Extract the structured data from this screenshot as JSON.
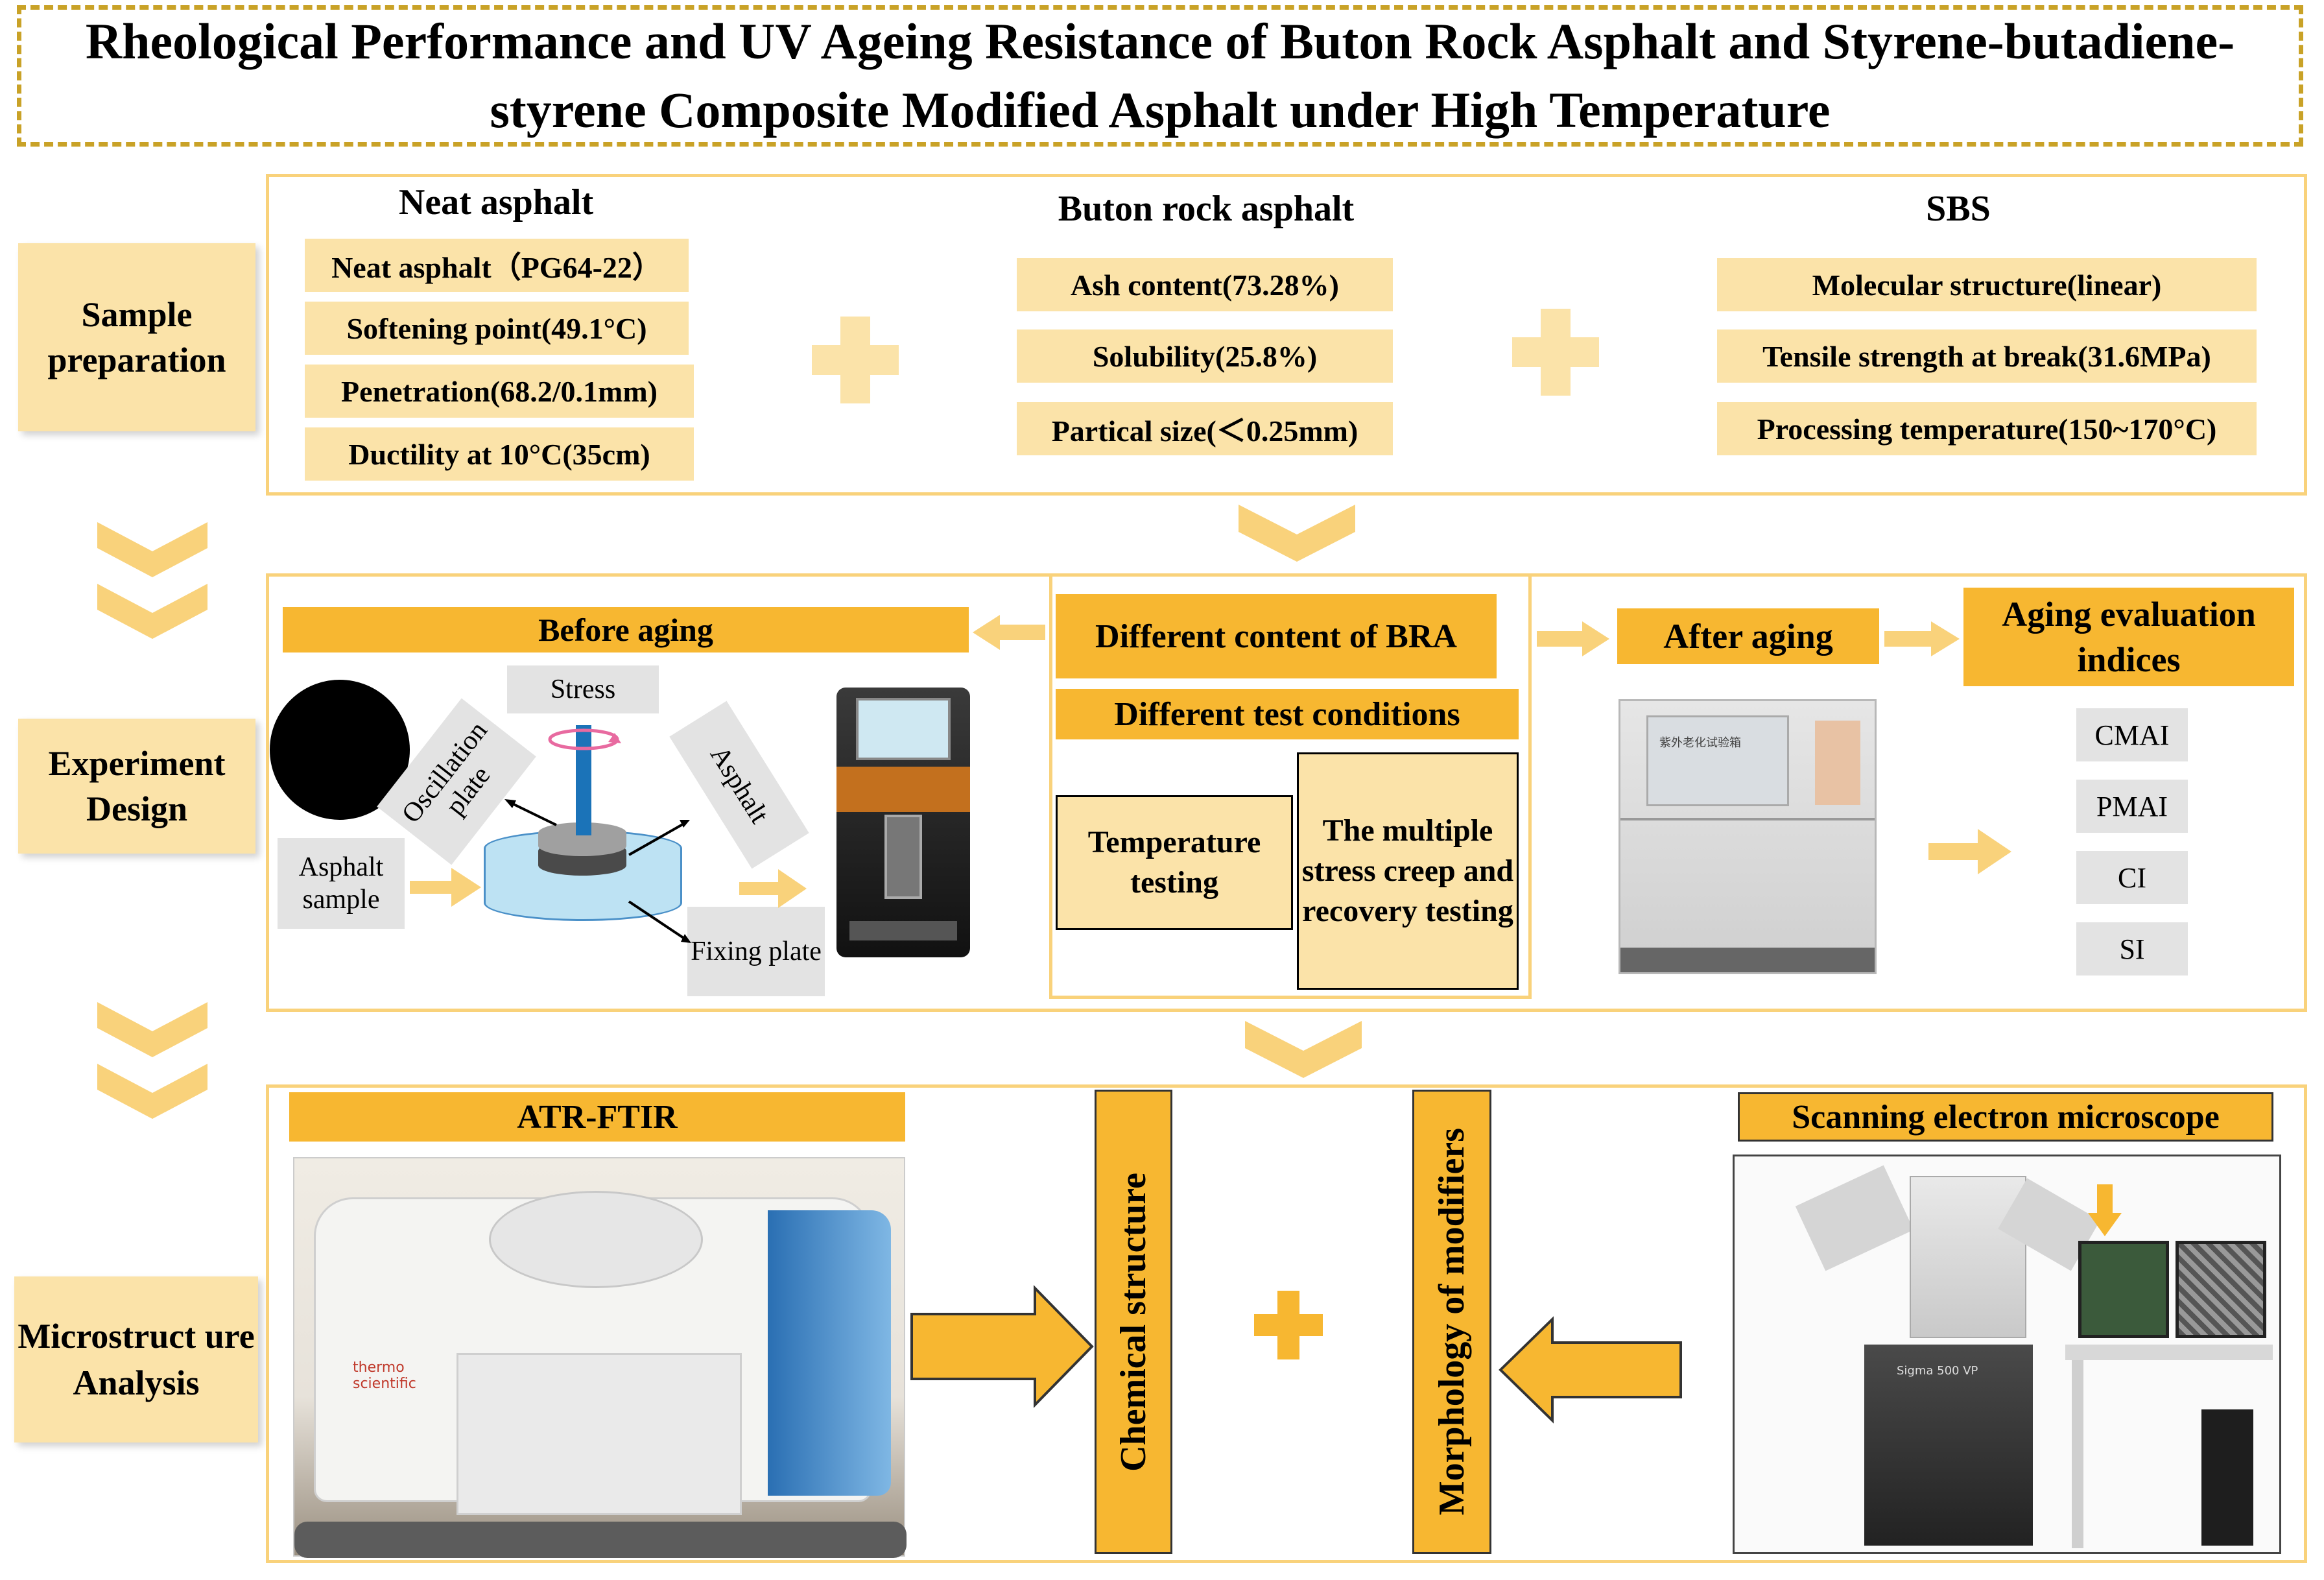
{
  "title": "Rheological Performance and UV Ageing Resistance of Buton Rock Asphalt and Styrene-butadiene-styrene Composite Modified Asphalt under High Temperature",
  "stages": {
    "sample": "Sample preparation",
    "experiment": "Experiment Design",
    "micro": "Microstruct ure Analysis"
  },
  "sample_preparation": {
    "neat": {
      "heading": "Neat asphalt",
      "props": [
        "Neat asphalt（PG64-22）",
        "Softening point(49.1°C)",
        "Penetration(68.2/0.1mm)",
        "Ductility at 10°C(35cm)"
      ]
    },
    "bra": {
      "heading": "Buton rock asphalt",
      "props": [
        "Ash content(73.28%)",
        "Solubility(25.8%)",
        "Partical size(＜0.25mm)"
      ]
    },
    "sbs": {
      "heading": "SBS",
      "props": [
        "Molecular structure(linear)",
        "Tensile strength at break(31.6MPa)",
        "Processing temperature(150~170°C)"
      ]
    }
  },
  "experiment_design": {
    "before_aging": "Before aging",
    "stress": "Stress",
    "oscillation_plate": "Oscillation plate",
    "asphalt": "Asphalt",
    "asphalt_sample": "Asphalt sample",
    "fixing_plate": "Fixing plate",
    "content_bra": "Different content of BRA",
    "test_conditions": "Different test conditions",
    "temperature_testing": "Temperature testing",
    "mscr": "The multiple stress creep and recovery testing",
    "after_aging": "After aging",
    "indices_heading": "Aging evaluation indices",
    "indices": [
      "CMAI",
      "PMAI",
      "CI",
      "SI"
    ],
    "uv_chamber_text": "紫外老化试验箱"
  },
  "microstructure": {
    "atr_ftir": "ATR-FTIR",
    "chemical_structure": "Chemical structure",
    "morphology": "Morphology of modifiers",
    "sem": "Scanning electron microscope",
    "ftir_brand": "thermo scientific",
    "sem_model": "Sigma 500 VP"
  },
  "colors": {
    "accent_orange": "#f7b731",
    "light_orange": "#fbe3a9",
    "border_yellow": "#f9d27b",
    "dashed_gold": "#c9a227",
    "grey_label": "#e3e3e3"
  }
}
